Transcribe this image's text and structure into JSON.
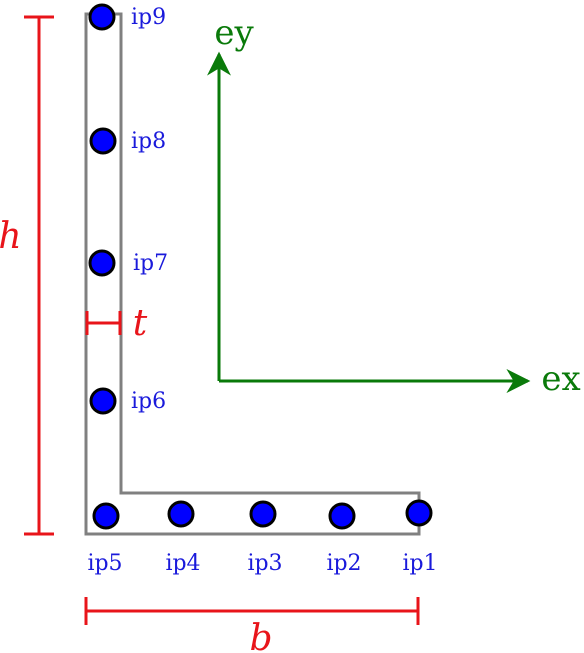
{
  "section": {
    "outline_color": "#808080"
  },
  "integration_points": {
    "color": "#0000ff",
    "labels": {
      "ip1": "ip1",
      "ip2": "ip2",
      "ip3": "ip3",
      "ip4": "ip4",
      "ip5": "ip5",
      "ip6": "ip6",
      "ip7": "ip7",
      "ip8": "ip8",
      "ip9": "ip9"
    }
  },
  "dimensions": {
    "color": "#e8141a",
    "h": "h",
    "t": "t",
    "b": "b"
  },
  "axes": {
    "color": "#0a7a0a",
    "ex": "ex",
    "ey": "ey"
  }
}
